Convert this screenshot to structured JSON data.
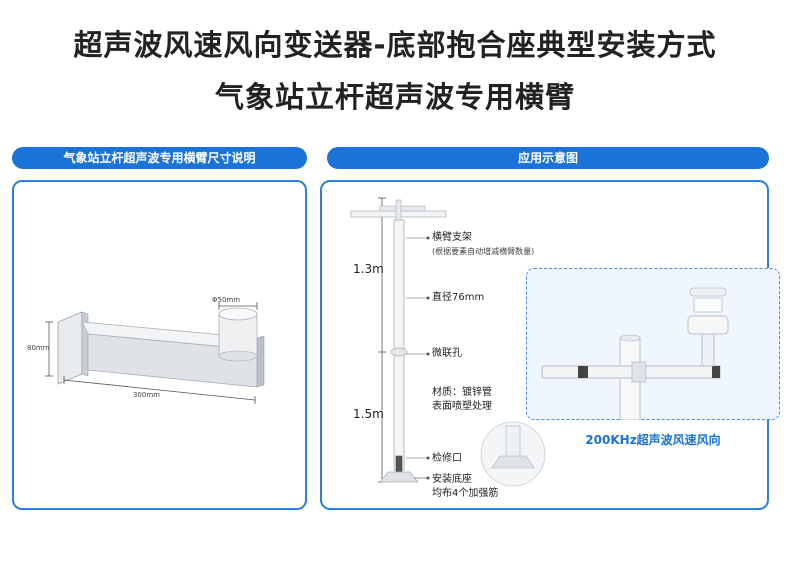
{
  "title_line1": "超声波风速风向变送器-底部抱合座典型安装方式",
  "title_line2": "气象站立杆超声波专用横臂",
  "left_panel": {
    "header": "气象站立杆超声波专用横臂尺寸说明",
    "dim_diameter": "Φ50mm",
    "dim_height": "80mm",
    "dim_length": "300mm"
  },
  "right_panel": {
    "header": "应用示意图",
    "height_top": "1.3m",
    "height_bottom": "1.5m",
    "labels": {
      "crossarm": "横臂支架",
      "crossarm_note": "(根据要素自动增减横臂数量)",
      "diameter": "直径76mm",
      "holes": "微联孔",
      "material_line1": "材质：镀锌管",
      "material_line2": "表面喷塑处理",
      "access_port": "检修口",
      "base_line1": "安装底座",
      "base_line2": "均布4个加强筋"
    },
    "inset_caption": "200KHz超声波风速风向"
  }
}
